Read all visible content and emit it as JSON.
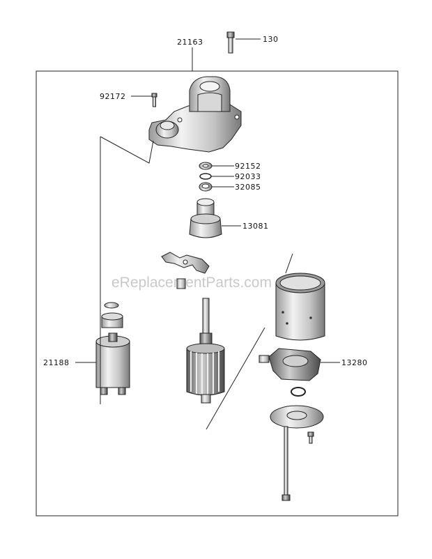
{
  "watermark": "eReplacementParts.com",
  "callouts": [
    {
      "id": "21163",
      "label": "21163"
    },
    {
      "id": "130",
      "label": "130"
    },
    {
      "id": "92172",
      "label": "92172"
    },
    {
      "id": "92152",
      "label": "92152"
    },
    {
      "id": "92033",
      "label": "92033"
    },
    {
      "id": "32085",
      "label": "32085"
    },
    {
      "id": "13081",
      "label": "13081"
    },
    {
      "id": "21188",
      "label": "21188"
    },
    {
      "id": "13280",
      "label": "13280"
    }
  ]
}
